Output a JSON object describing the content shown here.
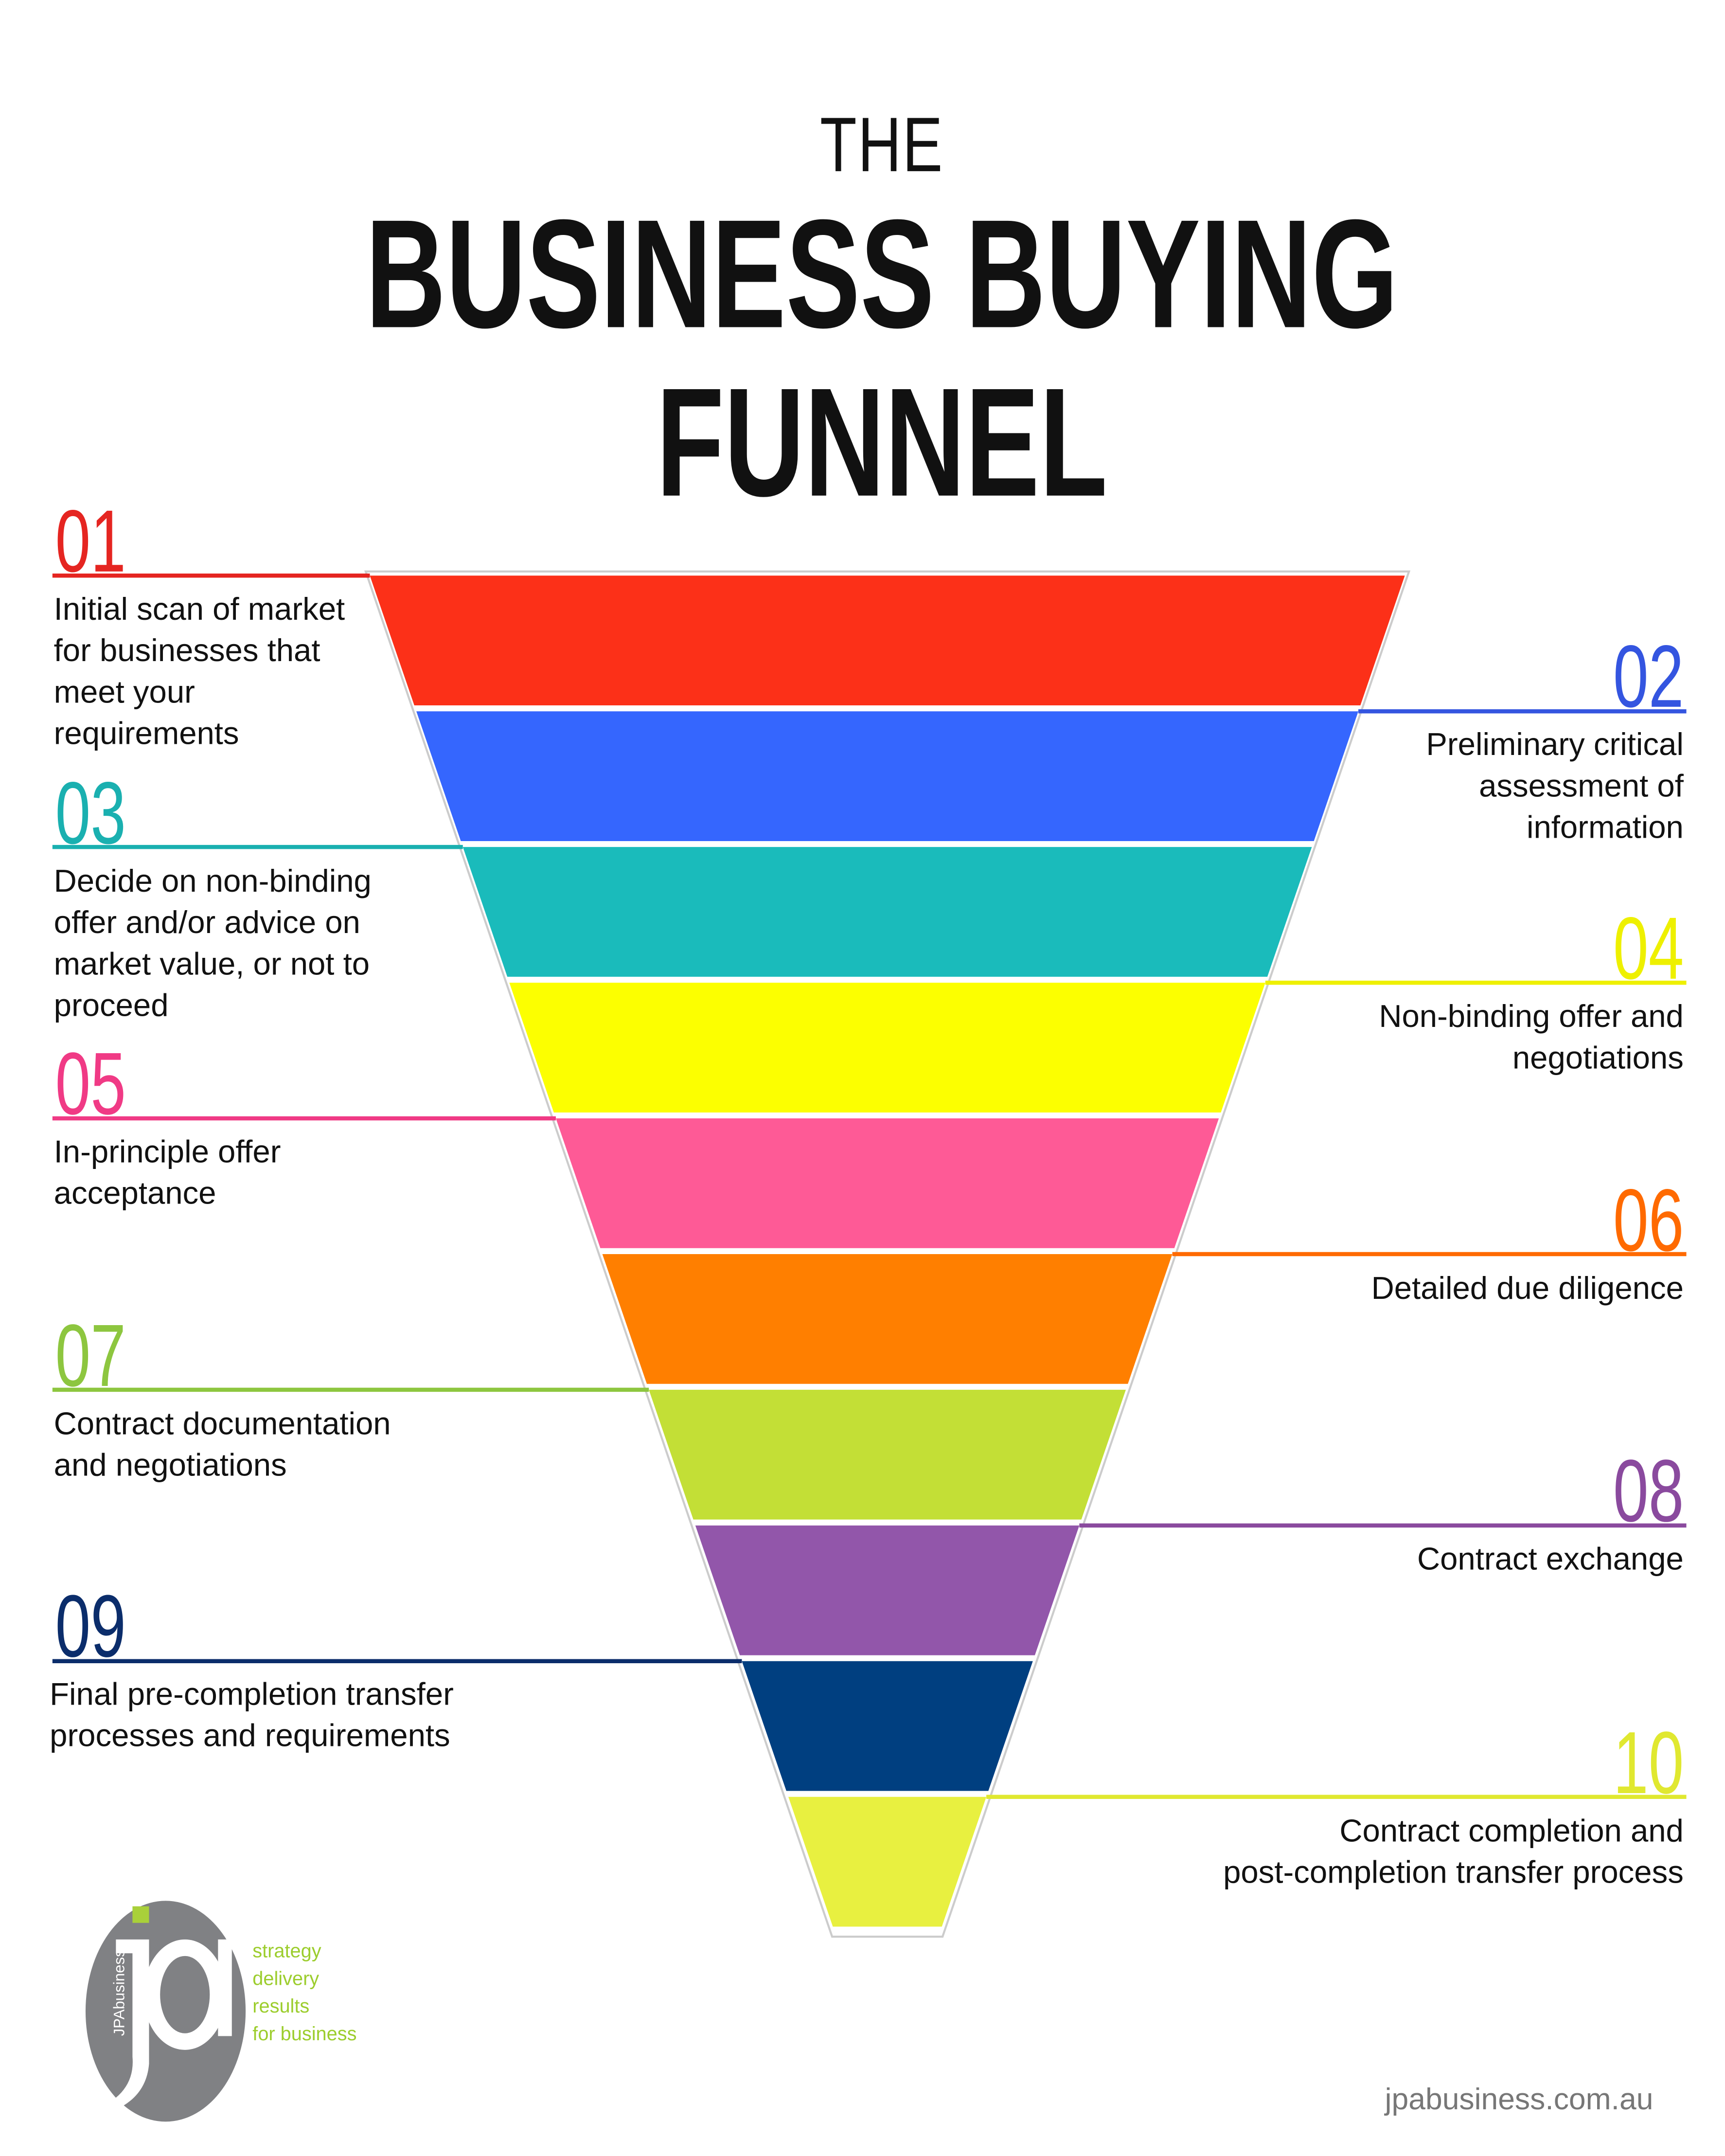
{
  "title": {
    "line1": "THE",
    "line2": "BUSINESS BUYING",
    "line3": "FUNNEL"
  },
  "steps": [
    {
      "number": "01",
      "side": "left",
      "text": [
        "Initial scan of market",
        "for businesses that",
        "meet your",
        "requirements"
      ],
      "color": "#e52521",
      "band_color": "#fc3018"
    },
    {
      "number": "02",
      "side": "right",
      "text": [
        "Preliminary critical",
        "assessment of",
        "information"
      ],
      "color": "#3455e0",
      "band_color": "#3566fe"
    },
    {
      "number": "03",
      "side": "left",
      "text": [
        "Decide on non-binding",
        "offer and/or advice on",
        "market value, or not to",
        "proceed"
      ],
      "color": "#1ab0b0",
      "band_color": "#1abbbb"
    },
    {
      "number": "04",
      "side": "right",
      "text": [
        "Non-binding offer and",
        "negotiations"
      ],
      "color": "#eef000",
      "band_color": "#fcff00"
    },
    {
      "number": "05",
      "side": "left",
      "text": [
        "In-principle offer",
        "acceptance"
      ],
      "color": "#f03a85",
      "band_color": "#fe5a96"
    },
    {
      "number": "06",
      "side": "right",
      "text": [
        "Detailed due diligence"
      ],
      "color": "#ff6a00",
      "band_color": "#ff7f00"
    },
    {
      "number": "07",
      "side": "left",
      "text": [
        "Contract documentation",
        "and negotiations"
      ],
      "color": "#8dc63f",
      "band_color": "#c3df36"
    },
    {
      "number": "08",
      "side": "right",
      "text": [
        "Contract exchange"
      ],
      "color": "#8a4a9e",
      "band_color": "#9256aa"
    },
    {
      "number": "09",
      "side": "left",
      "text": [
        "Final pre-completion transfer",
        "processes and requirements"
      ],
      "color": "#0b2d6b",
      "band_color": "#003f80"
    },
    {
      "number": "10",
      "side": "right",
      "text": [
        "Contract completion and",
        "post-completion transfer process"
      ],
      "color": "#e0e830",
      "band_color": "#e8f040"
    }
  ],
  "logo": {
    "mark": "jpa",
    "wordmark": "JPAbusiness",
    "tagline": [
      "strategy",
      "delivery",
      "results",
      "for business"
    ],
    "gray": "#808184",
    "green": "#a9d03a"
  },
  "footer": {
    "url": "jpabusiness.com.au"
  }
}
